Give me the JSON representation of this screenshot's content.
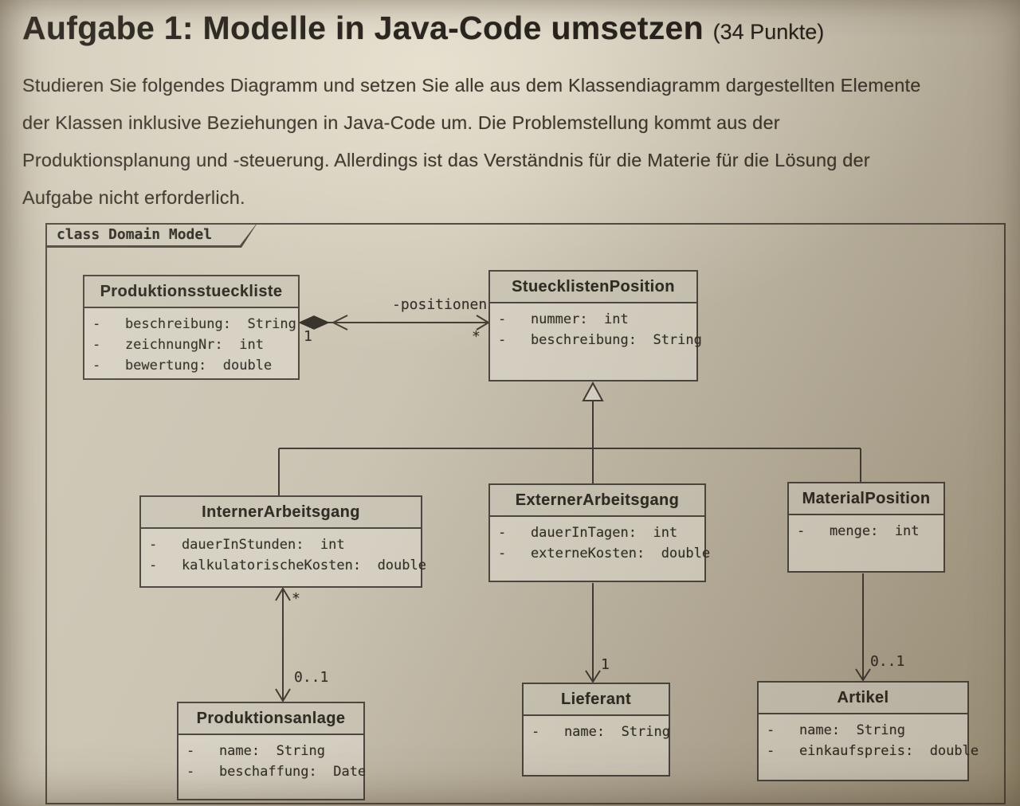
{
  "header": {
    "title": "Aufgabe 1: Modelle in Java-Code umsetzen",
    "points": "(34 Punkte)"
  },
  "intro": {
    "lines": [
      "Studieren Sie folgendes Diagramm und setzen Sie alle aus dem Klassendiagramm dargestellten Elemente",
      "der Klassen inklusive Beziehungen in Java-Code um. Die Problemstellung kommt aus der",
      "Produktionsplanung und -steuerung. Allerdings ist das Verständnis für die Materie für die Lösung der",
      "Aufgabe nicht erforderlich."
    ]
  },
  "diagram": {
    "frame_label": "class Domain Model",
    "classes": [
      {
        "name": "Produktionsstueckliste",
        "attributes": [
          "-   beschreibung:  String",
          "-   zeichnungNr:  int",
          "-   bewertung:  double"
        ]
      },
      {
        "name": "StuecklistenPosition",
        "attributes": [
          "-   nummer:  int",
          "-   beschreibung:  String"
        ]
      },
      {
        "name": "InternerArbeitsgang",
        "attributes": [
          "-   dauerInStunden:  int",
          "-   kalkulatorischeKosten:  double"
        ]
      },
      {
        "name": "ExternerArbeitsgang",
        "attributes": [
          "-   dauerInTagen:  int",
          "-   externeKosten:  double"
        ]
      },
      {
        "name": "MaterialPosition",
        "attributes": [
          "-   menge:  int"
        ]
      },
      {
        "name": "Produktionsanlage",
        "attributes": [
          "-   name:  String",
          "-   beschaffung:  Date"
        ]
      },
      {
        "name": "Lieferant",
        "attributes": [
          "-   name:  String"
        ]
      },
      {
        "name": "Artikel",
        "attributes": [
          "-   name:  String",
          "-   einkaufspreis:  double"
        ]
      }
    ],
    "associations": {
      "positionen": {
        "name_label": "-positionen",
        "source_multiplicity": "1",
        "target_multiplicity": "*"
      },
      "interner_produktionsanlage": {
        "source_multiplicity": "*",
        "target_multiplicity": "0..1"
      },
      "externer_lieferant": {
        "target_multiplicity": "1"
      },
      "material_artikel": {
        "target_multiplicity": "0..1"
      }
    }
  }
}
